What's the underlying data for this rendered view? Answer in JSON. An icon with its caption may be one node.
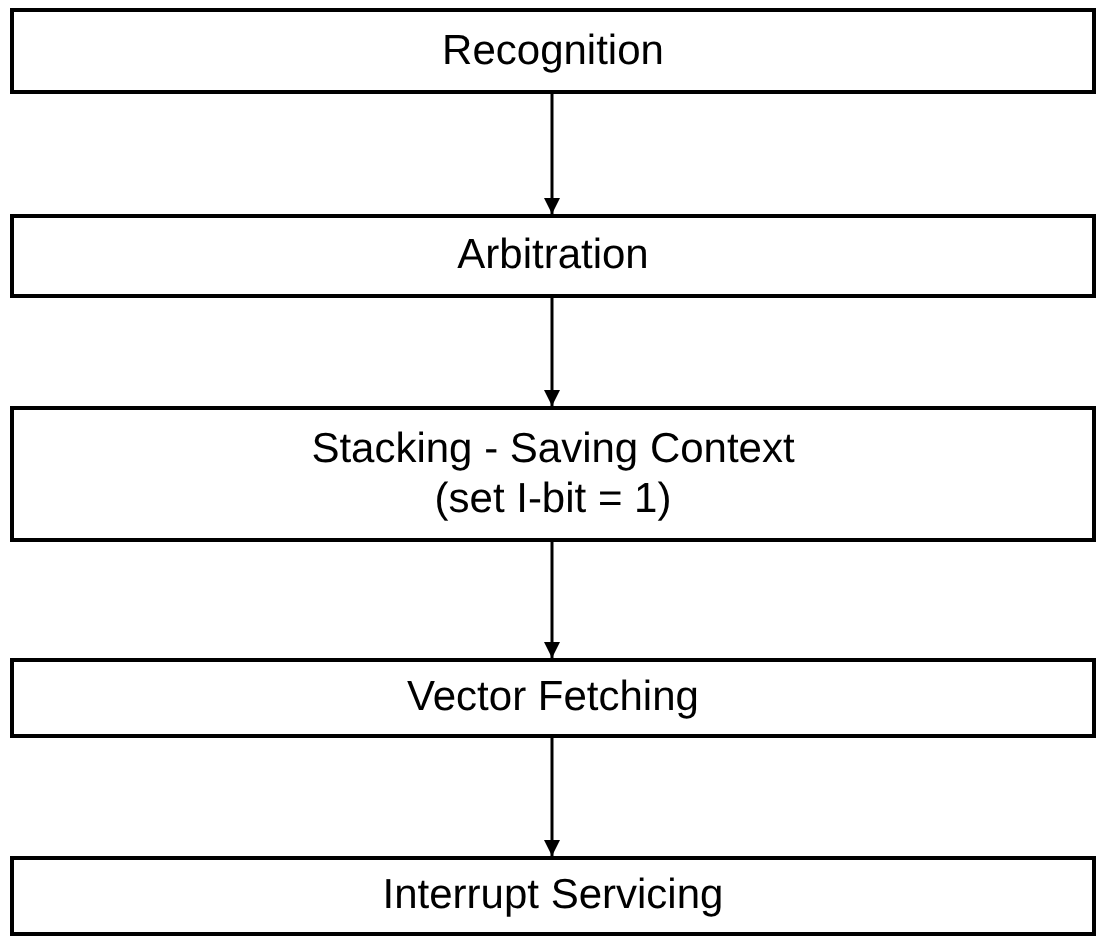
{
  "diagram": {
    "nodes": [
      {
        "text": [
          "Recognition"
        ]
      },
      {
        "text": [
          "Arbitration"
        ]
      },
      {
        "text": [
          "Stacking - Saving Context",
          "(set I-bit = 1)"
        ]
      },
      {
        "text": [
          "Vector Fetching"
        ]
      },
      {
        "text": [
          "Interrupt Servicing"
        ]
      }
    ],
    "edges": [
      {
        "from": 0,
        "to": 1,
        "arrow": "to"
      },
      {
        "from": 1,
        "to": 2,
        "arrow": "to"
      },
      {
        "from": 2,
        "to": 3,
        "arrow": "to"
      },
      {
        "from": 3,
        "to": 4,
        "arrow": "to"
      }
    ]
  }
}
